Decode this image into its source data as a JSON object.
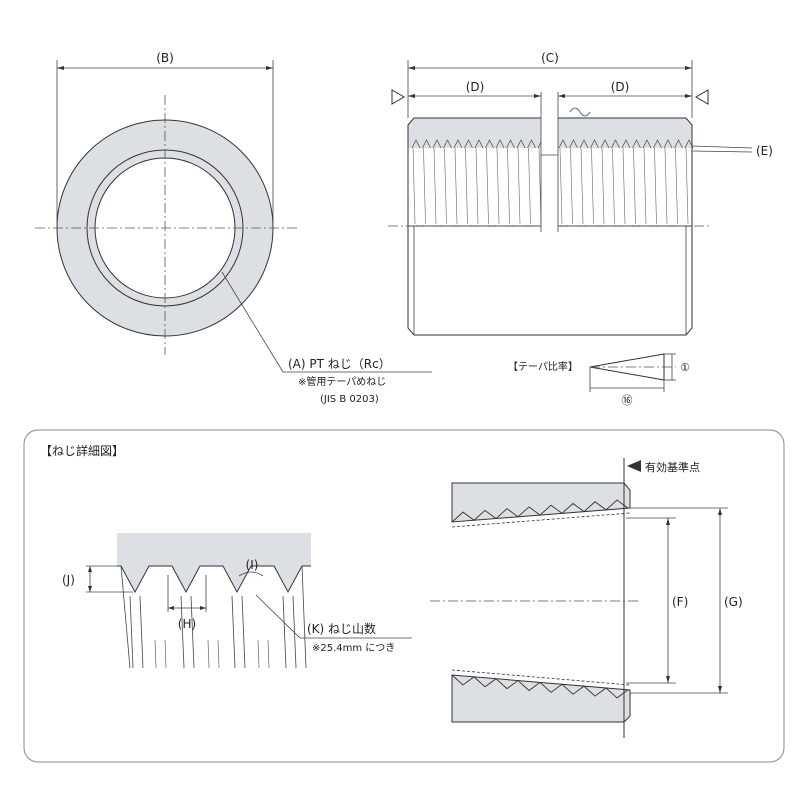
{
  "labels": {
    "B": "(B)",
    "C": "(C)",
    "D_left": "(D)",
    "D_right": "(D)",
    "E": "(E)",
    "F": "(F)",
    "G": "(G)",
    "H": "(H)",
    "I": "(I)",
    "J": "(J)",
    "A_title": "(A) PT ねじ（Rc）",
    "A_note1": "※管用テーパめねじ",
    "A_note2": "(JIS B 0203)",
    "K_title": "(K) ねじ山数",
    "K_note": "※25.4mm につき",
    "taper_title": "【テーパ比率】",
    "taper_1": "①",
    "taper_16": "⑯",
    "detail_title": "【ねじ詳細図】",
    "ref_point": "有効基準点"
  },
  "colors": {
    "fill_gray": "#dcdfe3",
    "line": "#333333",
    "frame": "#888888"
  }
}
